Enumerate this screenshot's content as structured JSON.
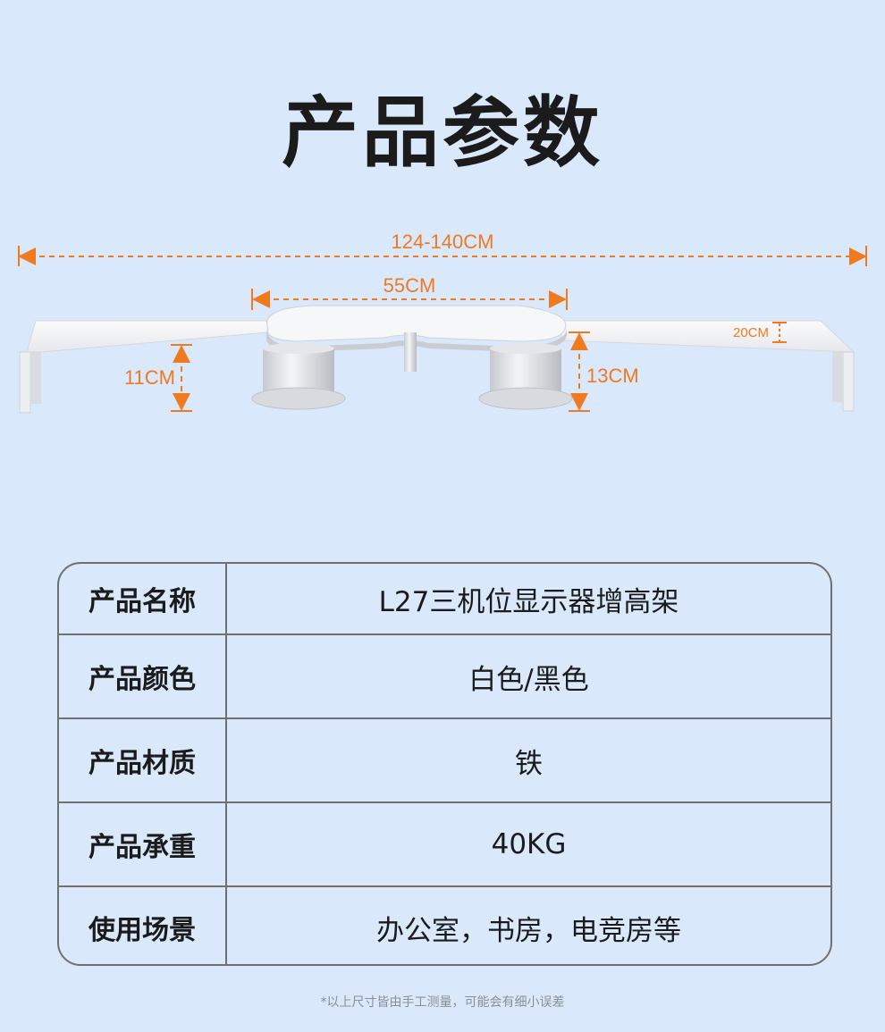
{
  "header": {
    "title": "产品参数"
  },
  "dimensions": {
    "total_width": "124-140CM",
    "center_width": "55CM",
    "left_height": "11CM",
    "right_height": "13CM",
    "depth": "20CM"
  },
  "specs": [
    {
      "label": "产品名称",
      "value": "L27三机位显示器增高架"
    },
    {
      "label": "产品颜色",
      "value": "白色/黑色"
    },
    {
      "label": "产品材质",
      "value": "铁"
    },
    {
      "label": "产品承重",
      "value": "40KG"
    },
    {
      "label": "使用场景",
      "value": "办公室，书房，电竞房等"
    }
  ],
  "footnote": "*以上尺寸皆由手工测量，可能会有细小误差",
  "colors": {
    "background": "#d9e8fb",
    "accent": "#ef7a1f",
    "border": "#707070"
  }
}
